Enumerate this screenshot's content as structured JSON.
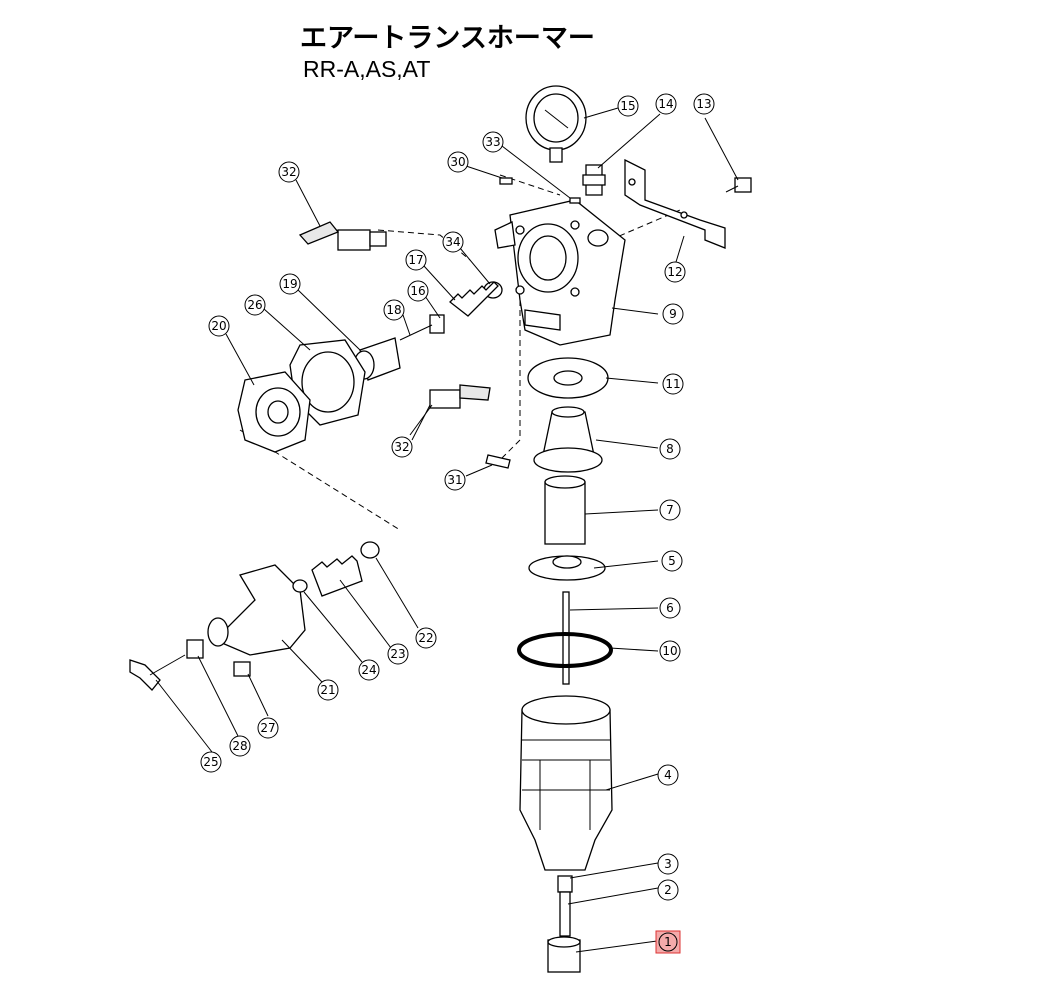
{
  "title": "エアートランスホーマー",
  "subtitle": "RR-A,AS,AT",
  "highlight_color": "#f4aaaa",
  "callouts": [
    {
      "label": "1",
      "highlighted": true
    },
    {
      "label": "2"
    },
    {
      "label": "3"
    },
    {
      "label": "4"
    },
    {
      "label": "5"
    },
    {
      "label": "6"
    },
    {
      "label": "7"
    },
    {
      "label": "8"
    },
    {
      "label": "9"
    },
    {
      "label": "10"
    },
    {
      "label": "11"
    },
    {
      "label": "12"
    },
    {
      "label": "13"
    },
    {
      "label": "14"
    },
    {
      "label": "15"
    },
    {
      "label": "16"
    },
    {
      "label": "17"
    },
    {
      "label": "18"
    },
    {
      "label": "19"
    },
    {
      "label": "20"
    },
    {
      "label": "21"
    },
    {
      "label": "22"
    },
    {
      "label": "23"
    },
    {
      "label": "24"
    },
    {
      "label": "25"
    },
    {
      "label": "26"
    },
    {
      "label": "27"
    },
    {
      "label": "28"
    },
    {
      "label": "30"
    },
    {
      "label": "31"
    },
    {
      "label": "32"
    },
    {
      "label": "32"
    },
    {
      "label": "33"
    },
    {
      "label": "34"
    }
  ]
}
